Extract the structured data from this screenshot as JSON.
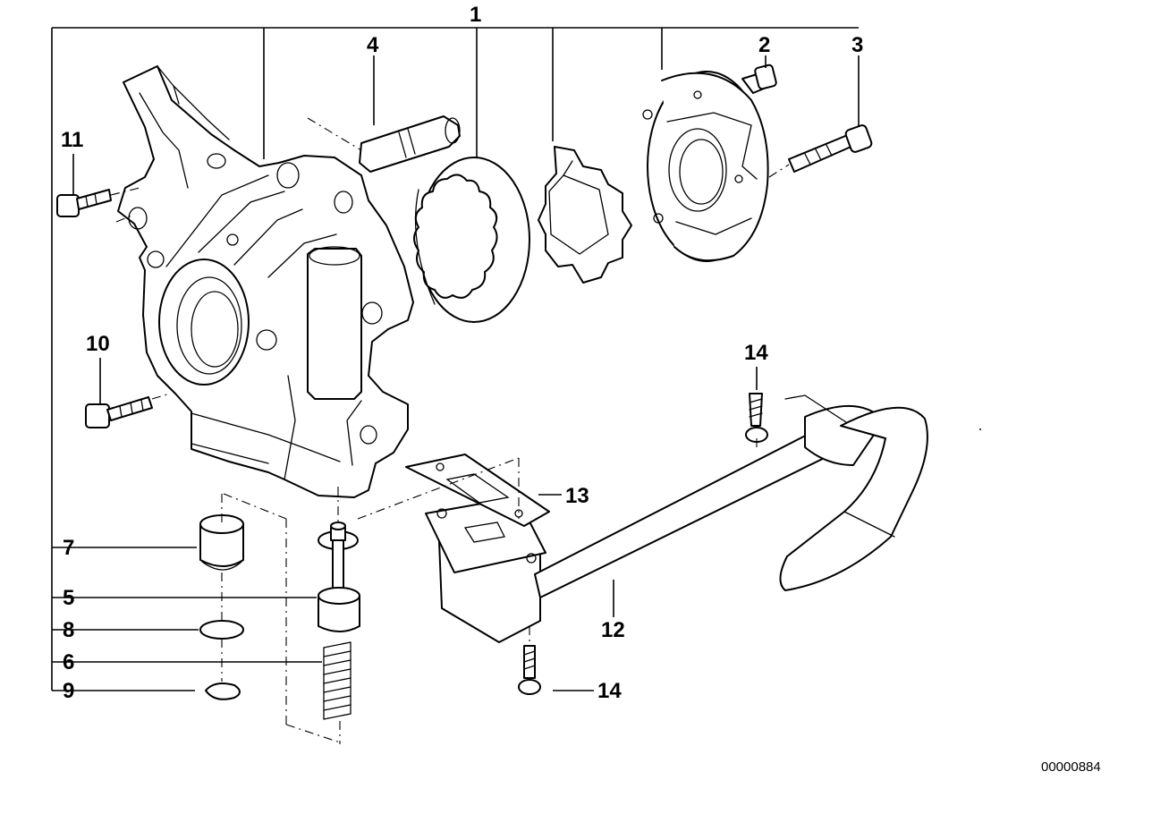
{
  "diagram": {
    "callouts": {
      "c1": "1",
      "c2": "2",
      "c3": "3",
      "c4": "4",
      "c5": "5",
      "c6": "6",
      "c7": "7",
      "c8": "8",
      "c9": "9",
      "c10": "10",
      "c11": "11",
      "c12": "12",
      "c13": "13",
      "c14a": "14",
      "c14b": "14"
    },
    "document_id": "00000884",
    "parts": [
      "oil-pump-housing",
      "rotor-ring",
      "inner-rotor",
      "pump-cover",
      "dowel-pin",
      "screw",
      "bolt",
      "pressure-relief-piston",
      "spring",
      "sleeve",
      "o-ring",
      "circlip",
      "suction-pipe",
      "gasket",
      "self-tapping-screw"
    ]
  }
}
